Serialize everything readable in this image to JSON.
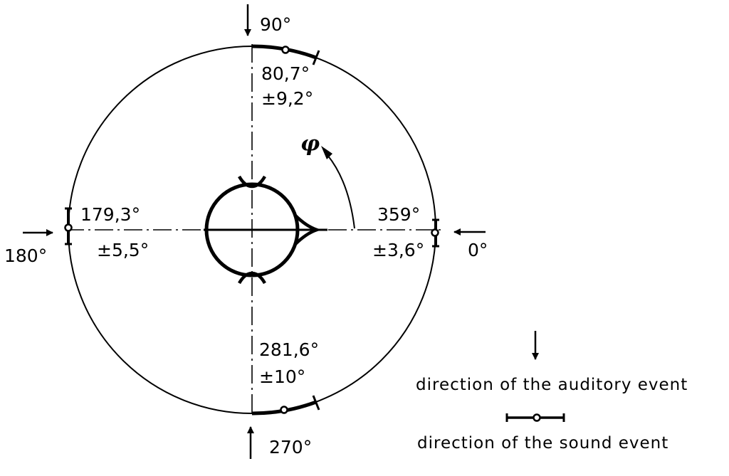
{
  "directions": {
    "front": "0°",
    "left": "90°",
    "back": "180°",
    "right": "270°"
  },
  "results": {
    "front": {
      "mean": "359°",
      "deviation": "±3,6°"
    },
    "left": {
      "mean": "80,7°",
      "deviation": "±9,2°"
    },
    "back": {
      "mean": "179,3°",
      "deviation": "±5,5°"
    },
    "right": {
      "mean": "281,6°",
      "deviation": "±10°"
    }
  },
  "angle_symbol": "φ",
  "legend": {
    "auditory_event": "direction of the auditory event",
    "sound_event": "direction of the sound event"
  }
}
